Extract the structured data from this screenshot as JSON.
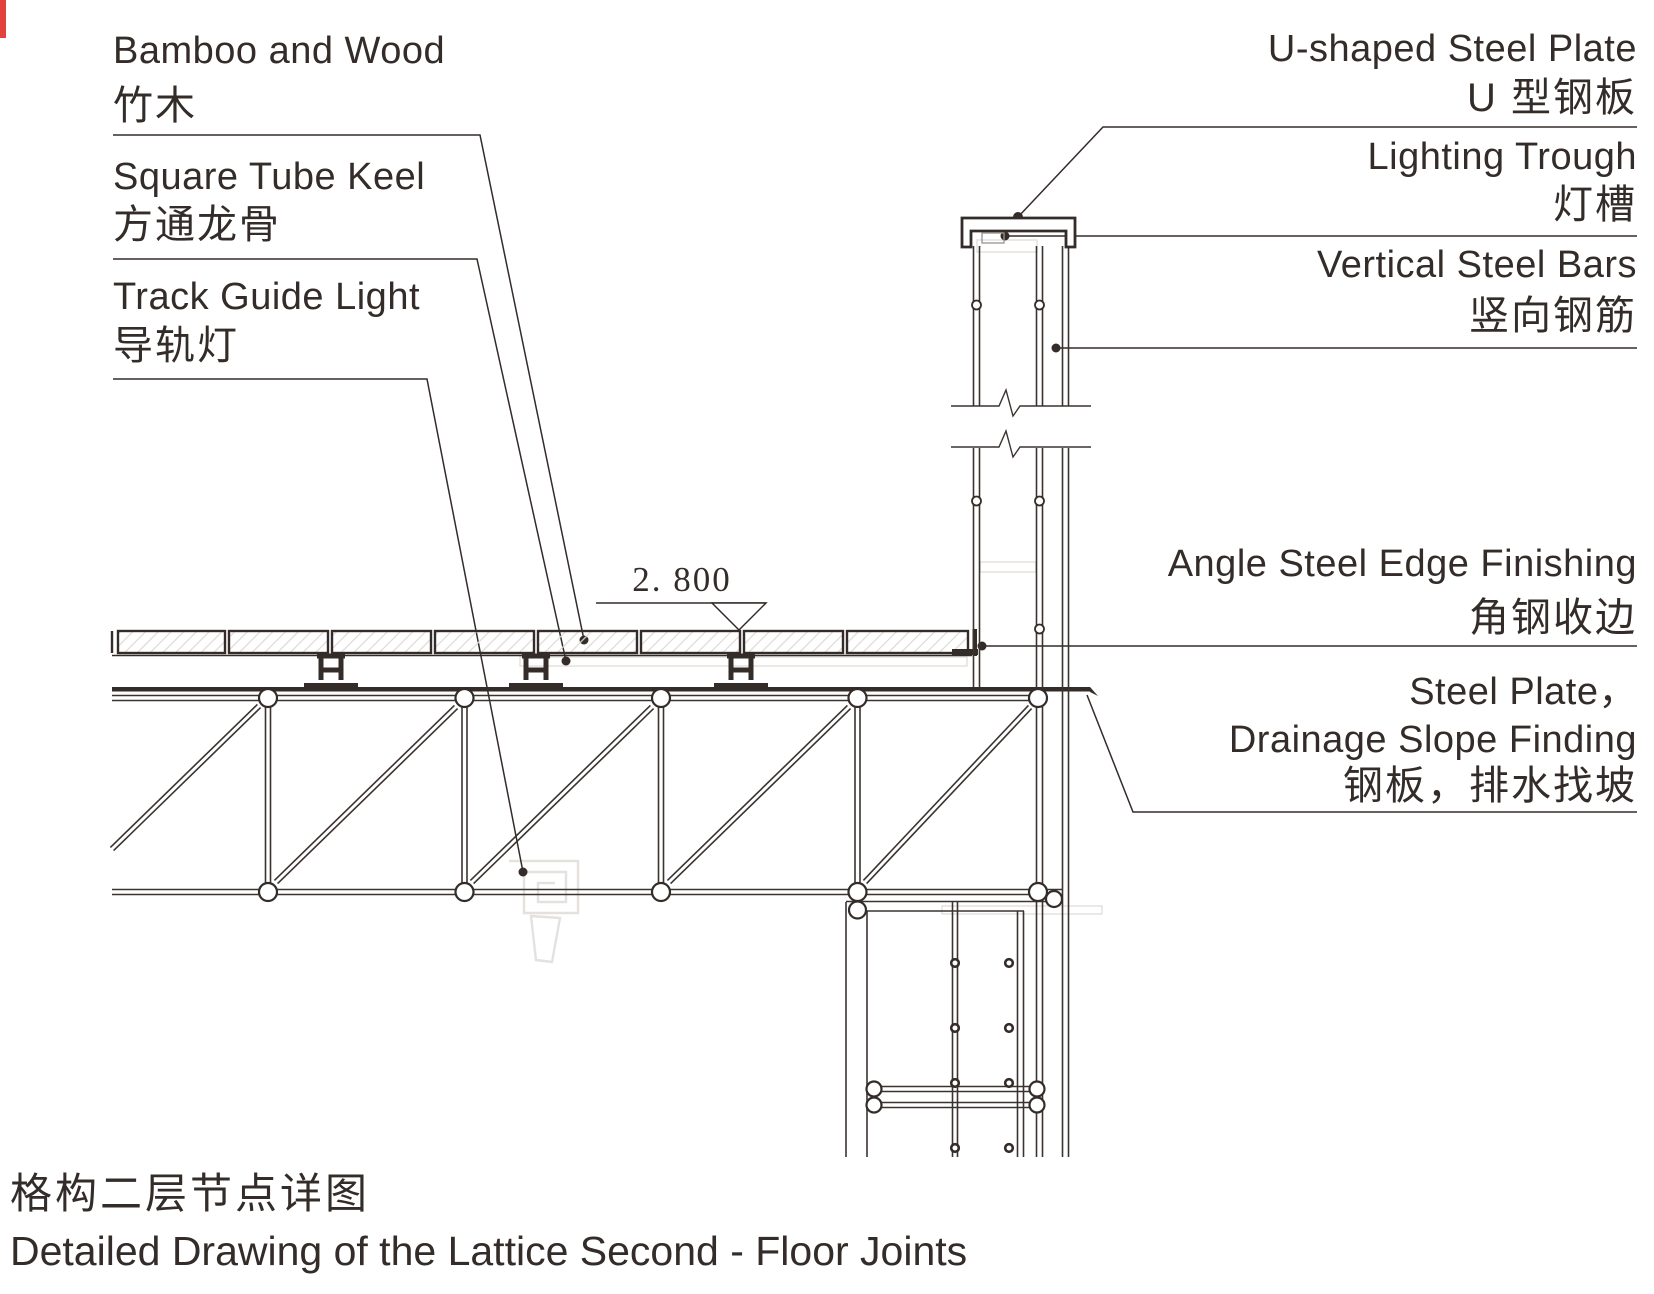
{
  "labels": {
    "bamboo": {
      "en": "Bamboo and Wood",
      "zh": "竹木"
    },
    "keel": {
      "en": "Square Tube Keel",
      "zh": "方通龙骨"
    },
    "track_light": {
      "en": "Track Guide Light",
      "zh": "导轨灯"
    },
    "u_plate": {
      "en": "U-shaped Steel Plate",
      "zh": "U 型钢板"
    },
    "lighting_trough": {
      "en": "Lighting Trough",
      "zh": "灯槽"
    },
    "vertical_bars": {
      "en": "Vertical Steel Bars",
      "zh": "竖向钢筋"
    },
    "angle_steel": {
      "en": "Angle Steel Edge Finishing",
      "zh": "角钢收边"
    },
    "steel_plate": {
      "en_line1": "Steel Plate，",
      "en_line2": "Drainage Slope Finding",
      "zh": "钢板，排水找坡"
    }
  },
  "dimension": {
    "elevation": "2. 800"
  },
  "title": {
    "zh": "格构二层节点详图",
    "en": "Detailed Drawing of the Lattice Second - Floor Joints"
  },
  "colors": {
    "ink": "#332c29",
    "faint": "#e0dcda",
    "artifact_red": "#e2423c"
  }
}
